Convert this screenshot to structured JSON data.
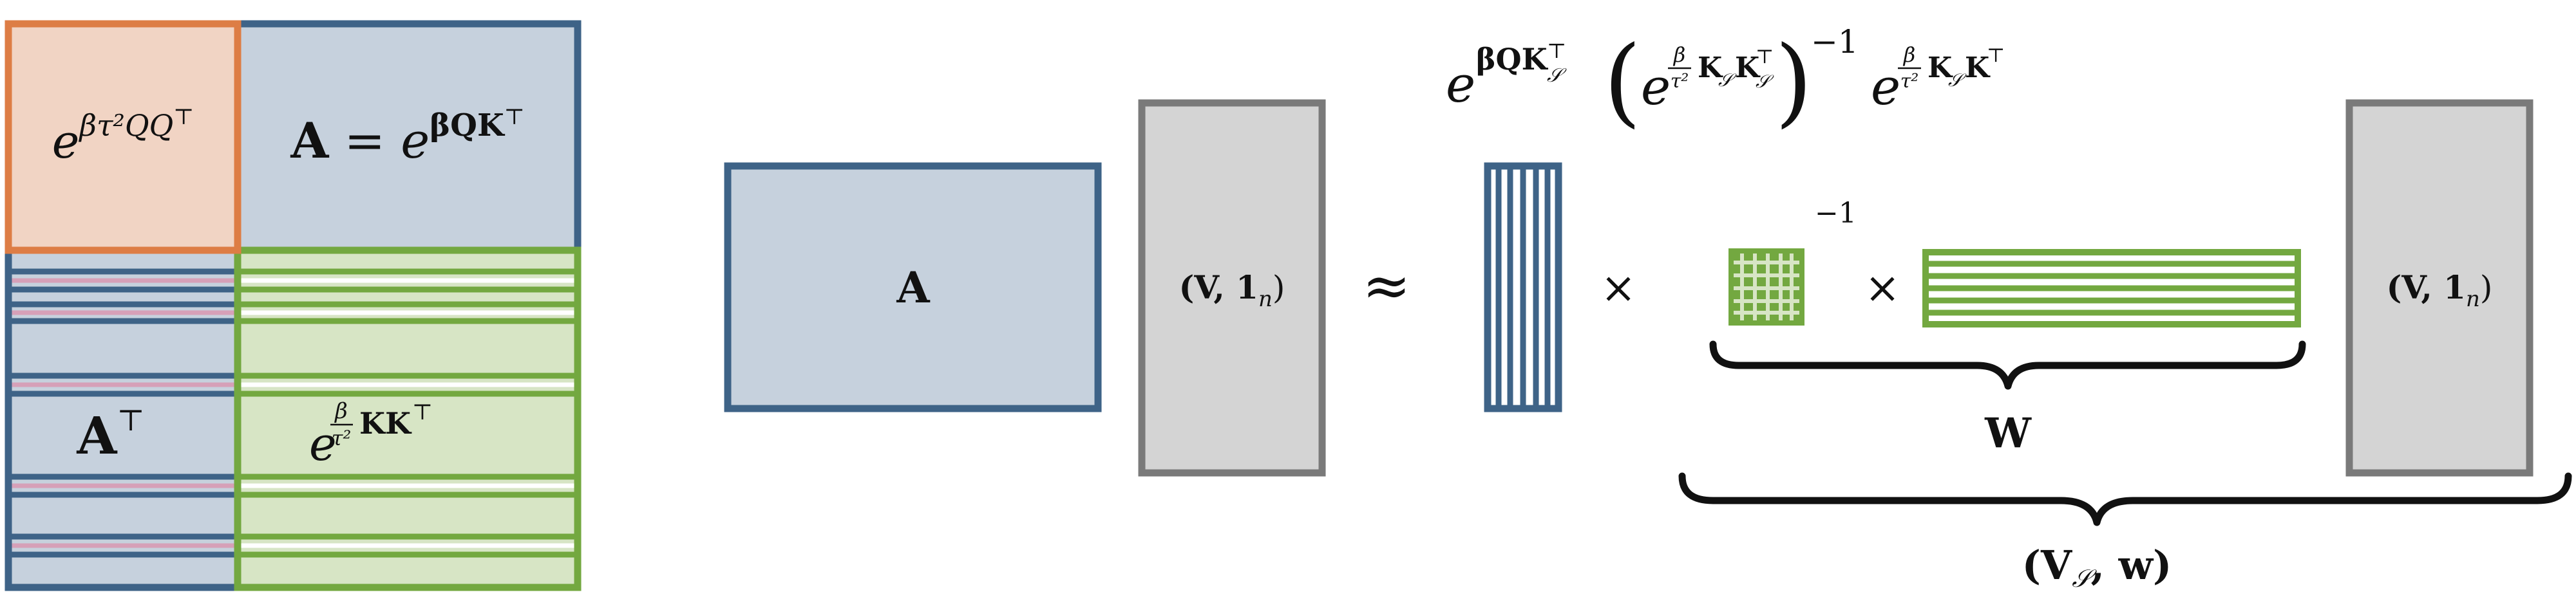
{
  "colors": {
    "blue_fill": "#c6d1dd",
    "blue_border": "#3e6387",
    "orange_fill": "#f1d4c4",
    "orange_border": "#dd7d45",
    "green_fill": "#d7e5c5",
    "green_border": "#73a840",
    "gray_fill": "#d4d4d4",
    "gray_border": "#7a7a7a",
    "stripe_pink": "#d6a0b8"
  },
  "block_matrix": {
    "top_left": {
      "base": "e",
      "exp": "βτ²QQ",
      "sup": "⊤"
    },
    "top_right": {
      "lhs": "A",
      "eq": " = ",
      "base": "e",
      "exp": "βQK",
      "sup": "⊤"
    },
    "bottom_left": {
      "label": "A",
      "sup": "⊤"
    },
    "bottom_right": {
      "base": "e",
      "frac_num": "β",
      "frac_den": "τ²",
      "exp": "KK",
      "sup": "⊤"
    }
  },
  "lhs": {
    "matrix_label": "A",
    "vector_label": "(V, 1",
    "vector_sub": "n",
    "vector_close": ")"
  },
  "approx": "≈",
  "times": "×",
  "formula": {
    "t1_base": "e",
    "t1_exp": "βQK",
    "t1_sub": "𝒮",
    "t1_sup": "⊤",
    "open_paren": "(",
    "t2_base": "e",
    "t2_frac_num": "β",
    "t2_frac_den": "τ²",
    "t2_exp": "K",
    "t2_exp_sub": "𝒮",
    "t2_exp2": "K",
    "t2_exp2_sub": "𝒮",
    "t2_sup": "⊤",
    "close_paren": ")",
    "inv": "−1",
    "t3_base": "e",
    "t3_frac_num": "β",
    "t3_frac_den": "τ²",
    "t3_exp": "K",
    "t3_exp_sub": "𝒮",
    "t3_exp2": "K",
    "t3_sup": "⊤"
  },
  "inverse_label": "−1",
  "w_label": "W",
  "rhs_vector": {
    "label": "(V, 1",
    "sub": "n",
    "close": ")"
  },
  "bottom_label": {
    "open": "(V",
    "sub": "𝒮",
    "rest": ", w)"
  }
}
